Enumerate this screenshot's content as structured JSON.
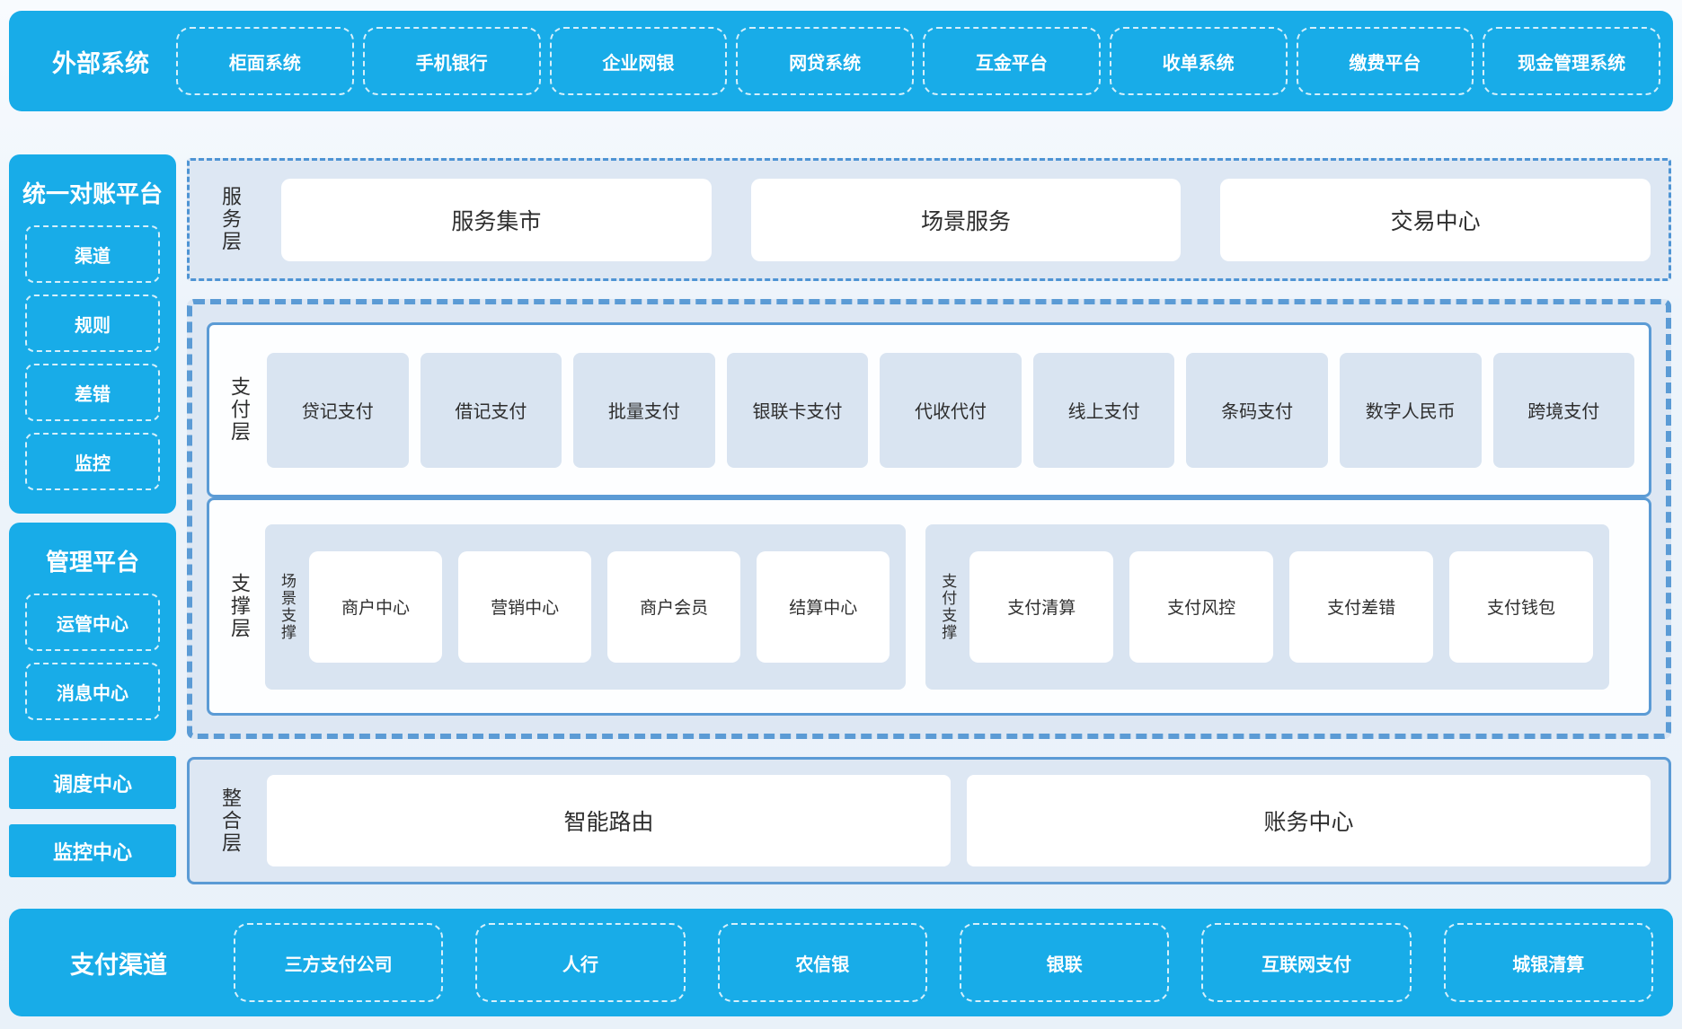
{
  "colors": {
    "cyan": "#18ace8",
    "page_bg": "#edf4fb",
    "panel_bg": "#dde7f3",
    "item_bg": "#d9e4f1",
    "border_blue": "#5b9bd5",
    "text_dark": "#2e2e2e",
    "text_white": "#ffffff"
  },
  "top_banner": {
    "label": "外部系统",
    "items": [
      "柜面系统",
      "手机银行",
      "企业网银",
      "网贷系统",
      "互金平台",
      "收单系统",
      "缴费平台",
      "现金管理系统"
    ]
  },
  "left_sidebar": {
    "recon_platform": {
      "title": "统一对账平台",
      "items": [
        "渠道",
        "规则",
        "差错",
        "监控"
      ]
    },
    "mgmt_platform": {
      "title": "管理平台",
      "items": [
        "运管中心",
        "消息中心"
      ]
    },
    "solo_blocks": [
      "调度中心",
      "监控中心"
    ]
  },
  "service_layer": {
    "label": "服务层",
    "items": [
      "服务集市",
      "场景服务",
      "交易中心"
    ]
  },
  "payment_layer": {
    "label": "支付层",
    "items": [
      "贷记支付",
      "借记支付",
      "批量支付",
      "银联卡支付",
      "代收代付",
      "线上支付",
      "条码支付",
      "数字人民币",
      "跨境支付"
    ]
  },
  "support_layer": {
    "label": "支撑层",
    "groups": [
      {
        "label": "场景支撑",
        "items": [
          "商户中心",
          "营销中心",
          "商户会员",
          "结算中心"
        ]
      },
      {
        "label": "支付支撑",
        "items": [
          "支付清算",
          "支付风控",
          "支付差错",
          "支付钱包"
        ]
      }
    ]
  },
  "integration_layer": {
    "label": "整合层",
    "items": [
      "智能路由",
      "账务中心"
    ]
  },
  "bottom_banner": {
    "label": "支付渠道",
    "items": [
      "三方支付公司",
      "人行",
      "农信银",
      "银联",
      "互联网支付",
      "城银清算"
    ]
  }
}
